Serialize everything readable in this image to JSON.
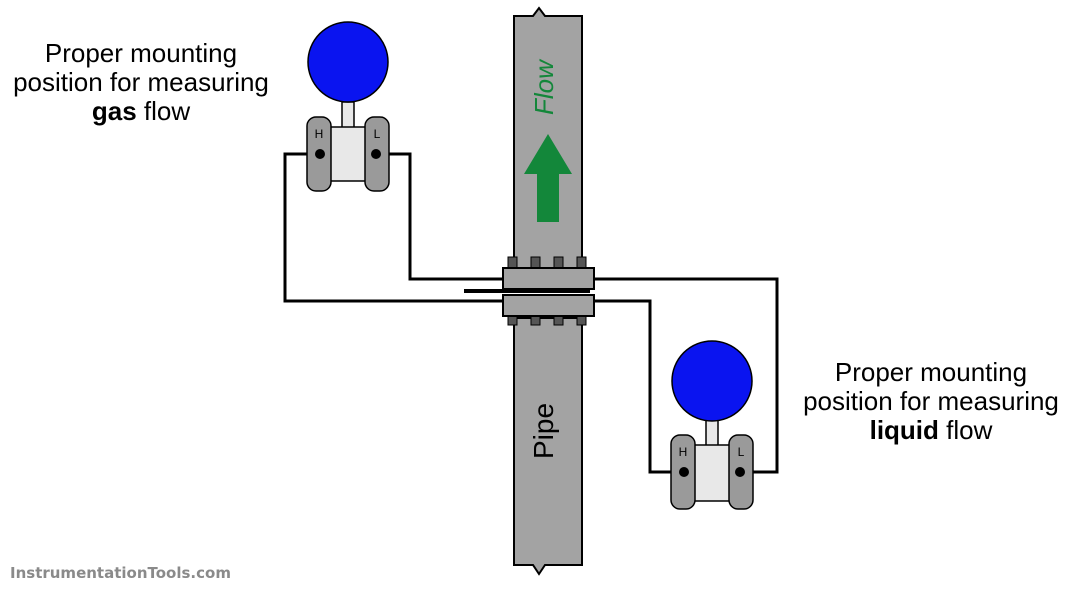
{
  "diagram": {
    "pipe_label": "Pipe",
    "flow_label": "Flow",
    "gas_caption": {
      "line1": "Proper mounting",
      "line2": "position for measuring",
      "bold": "gas",
      "rest": " flow"
    },
    "liquid_caption": {
      "line1": "Proper mounting",
      "line2": "position for measuring",
      "bold": "liquid",
      "rest": " flow"
    },
    "transmitters": [
      {
        "high_port_label": "H",
        "low_port_label": "L"
      },
      {
        "high_port_label": "H",
        "low_port_label": "L"
      }
    ]
  },
  "watermark": "InstrumentationTools.com",
  "colors": {
    "pipe": "#a3a3a3",
    "flow_arrow": "#13873a",
    "gauge": "#0a14f0",
    "capsule": "#9a9a9a",
    "body": "#e8e8e8"
  }
}
